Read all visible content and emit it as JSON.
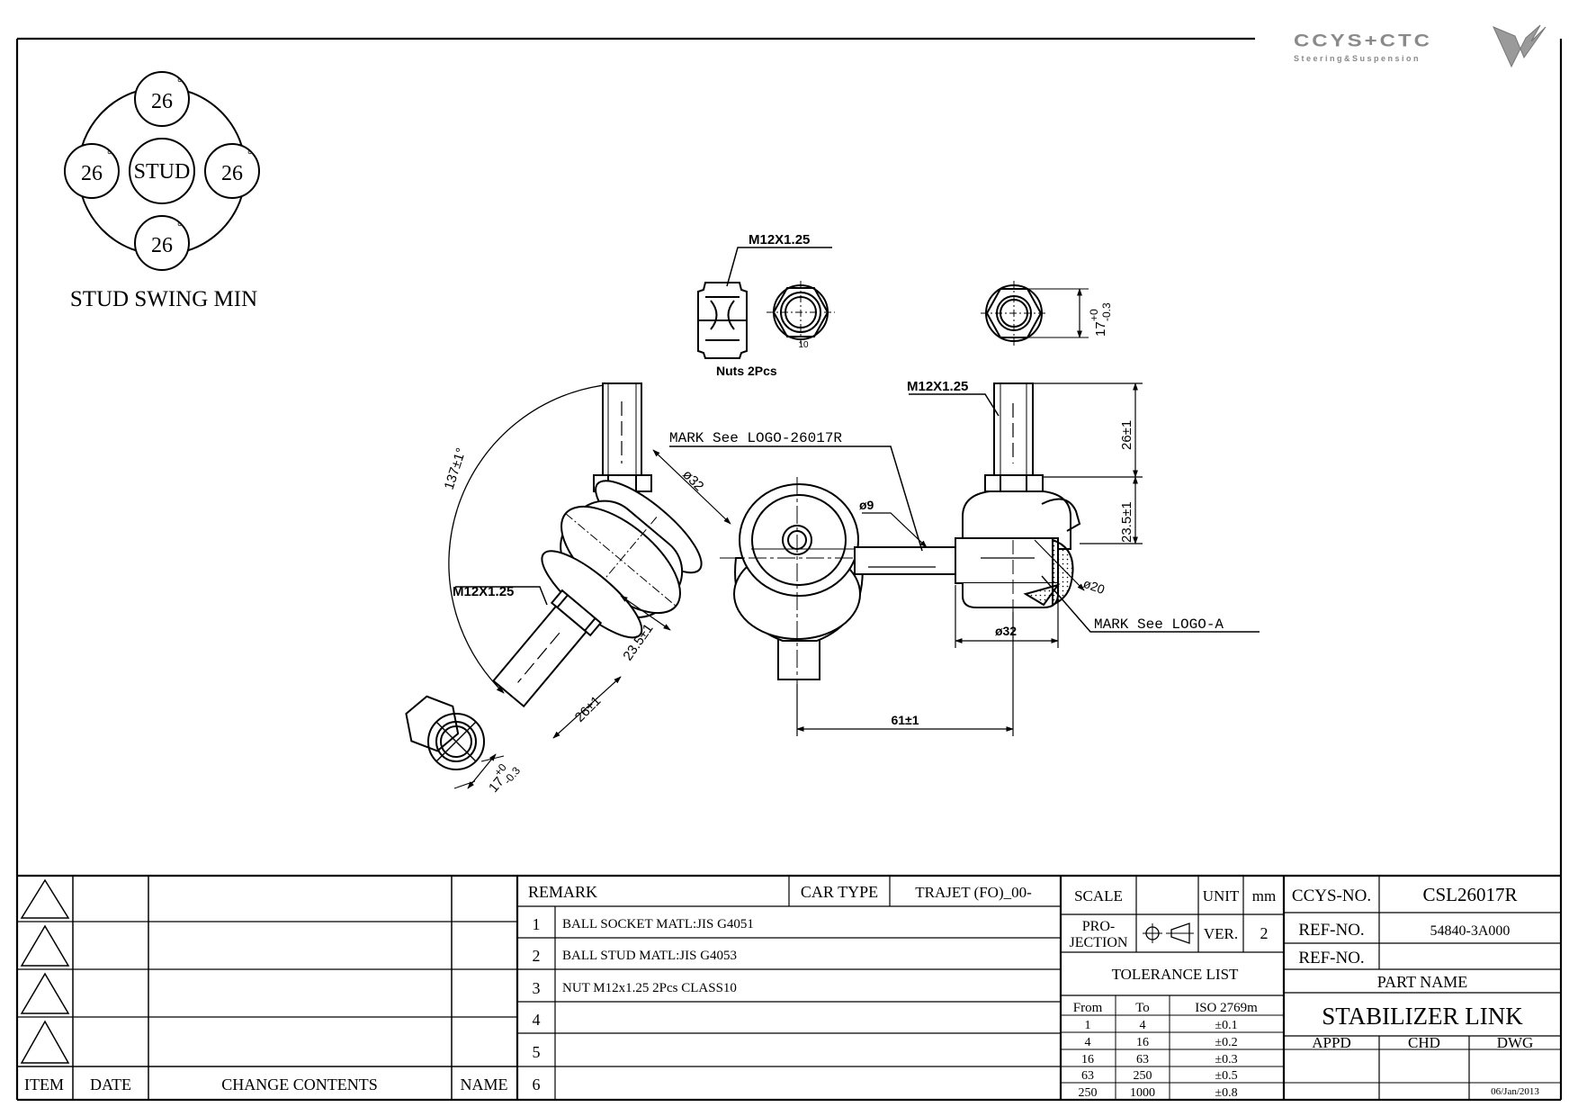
{
  "logo": {
    "brand": "CCYS+CTC",
    "tagline": "Steering&Suspension"
  },
  "swing": {
    "center": "STUD",
    "top": "26",
    "left": "26",
    "right": "26",
    "bottom": "26",
    "degree": "°",
    "caption": "STUD SWING MIN"
  },
  "nut": {
    "thread": "M12X1.25",
    "caption": "Nuts 2Pcs",
    "class_mark": "10"
  },
  "dims": {
    "hex_right": "17+0 -0.3",
    "hex_right_sup": "+0",
    "hex_right_sub": "-0.3",
    "hex_left_sup": "+0",
    "hex_left_sub": "-0.3",
    "hex_base": "17",
    "stud_right_thread": "M12X1.25",
    "stud_left_thread": "M12X1.25",
    "mark_logo_r": "MARK See LOGO-26017R",
    "mark_logo_a": "MARK See LOGO-A",
    "len_26_right": "26±1",
    "len_235_right": "23.5±1",
    "len_26_left": "26±1",
    "len_235_left": "23.5±1",
    "angle": "137±1°",
    "dia32_left": "ø32",
    "dia32_right": "ø32",
    "dia9": "ø9",
    "dia20": "ø20",
    "center_61": "61±1"
  },
  "title_block": {
    "revision_headers": {
      "item": "ITEM",
      "date": "DATE",
      "change": "CHANGE CONTENTS",
      "name": "NAME"
    },
    "remark_label": "REMARK",
    "car_type_label": "CAR TYPE",
    "car_type_value": "TRAJET (FO)_00-",
    "remarks": [
      {
        "no": "1",
        "text": "BALL SOCKET MATL:JIS G4051"
      },
      {
        "no": "2",
        "text": "BALL STUD MATL:JIS G4053"
      },
      {
        "no": "3",
        "text": "NUT M12x1.25 2Pcs CLASS10"
      },
      {
        "no": "4",
        "text": ""
      },
      {
        "no": "5",
        "text": ""
      },
      {
        "no": "6",
        "text": ""
      }
    ],
    "scale_label": "SCALE",
    "unit_label": "UNIT",
    "unit_value": "mm",
    "projection_label_1": "PRO-",
    "projection_label_2": "JECTION",
    "ver_label": "VER.",
    "ver_value": "2",
    "tolerance_title": "TOLERANCE LIST",
    "tol_headers": {
      "from": "From",
      "to": "To",
      "std": "ISO 2769m"
    },
    "tolerances": [
      {
        "from": "1",
        "to": "4",
        "tol": "±0.1"
      },
      {
        "from": "4",
        "to": "16",
        "tol": "±0.2"
      },
      {
        "from": "16",
        "to": "63",
        "tol": "±0.3"
      },
      {
        "from": "63",
        "to": "250",
        "tol": "±0.5"
      },
      {
        "from": "250",
        "to": "1000",
        "tol": "±0.8"
      }
    ],
    "ccys_no_label": "CCYS-NO.",
    "ccys_no_value": "CSL26017R",
    "ref_no_label": "REF-NO.",
    "ref_no_value": "54840-3A000",
    "ref_no2_label": "REF-NO.",
    "part_name_label": "PART NAME",
    "part_name_value": "STABILIZER LINK",
    "appd_label": "APPD",
    "chd_label": "CHD",
    "dwg_label": "DWG",
    "date_value": "06/Jan/2013"
  }
}
